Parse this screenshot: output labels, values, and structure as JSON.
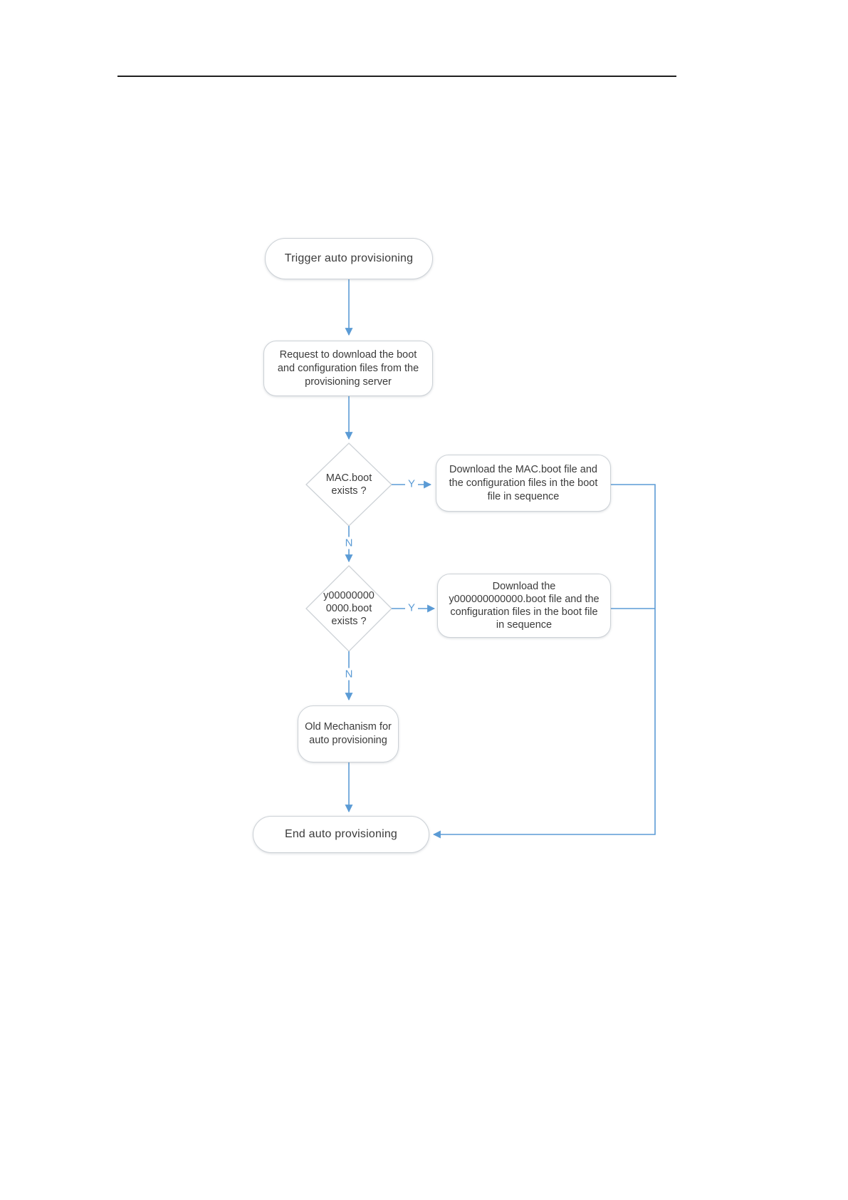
{
  "page": {
    "background": "#ffffff",
    "separator_color": "#1f1f1f"
  },
  "colors": {
    "connector": "#5b9bd5",
    "shape_border": "#ccd1d6",
    "shape_fill": "#ffffff",
    "text": "#3b3b3b"
  },
  "flowchart": {
    "nodes": [
      {
        "id": "start",
        "type": "terminator",
        "label": "Trigger auto provisioning"
      },
      {
        "id": "request",
        "type": "process",
        "label": "Request to download the boot\nand configuration files from the\nprovisioning server"
      },
      {
        "id": "mac-boot-exists",
        "type": "decision",
        "label": "MAC.boot\nexists ?"
      },
      {
        "id": "download-mac-boot",
        "type": "process",
        "label": "Download the MAC.boot file and\nthe configuration files in the boot\nfile in sequence"
      },
      {
        "id": "y0-boot-exists",
        "type": "decision",
        "label": "y00000000\n0000.boot\nexists ?"
      },
      {
        "id": "download-y0-boot",
        "type": "process",
        "label": "Download the\ny000000000000.boot file and the\nconfiguration files in the boot file\nin sequence"
      },
      {
        "id": "old-mechanism",
        "type": "process",
        "label": "Old Mechanism for\nauto provisioning"
      },
      {
        "id": "end",
        "type": "terminator",
        "label": "End auto provisioning"
      }
    ],
    "edges": [
      {
        "from": "start",
        "to": "request",
        "label": ""
      },
      {
        "from": "request",
        "to": "mac-boot-exists",
        "label": ""
      },
      {
        "from": "mac-boot-exists",
        "to": "download-mac-boot",
        "label": "Y"
      },
      {
        "from": "mac-boot-exists",
        "to": "y0-boot-exists",
        "label": "N"
      },
      {
        "from": "y0-boot-exists",
        "to": "download-y0-boot",
        "label": "Y"
      },
      {
        "from": "y0-boot-exists",
        "to": "old-mechanism",
        "label": "N"
      },
      {
        "from": "old-mechanism",
        "to": "end",
        "label": ""
      },
      {
        "from": "download-mac-boot",
        "to": "end",
        "label": ""
      },
      {
        "from": "download-y0-boot",
        "to": "end",
        "label": ""
      }
    ]
  }
}
